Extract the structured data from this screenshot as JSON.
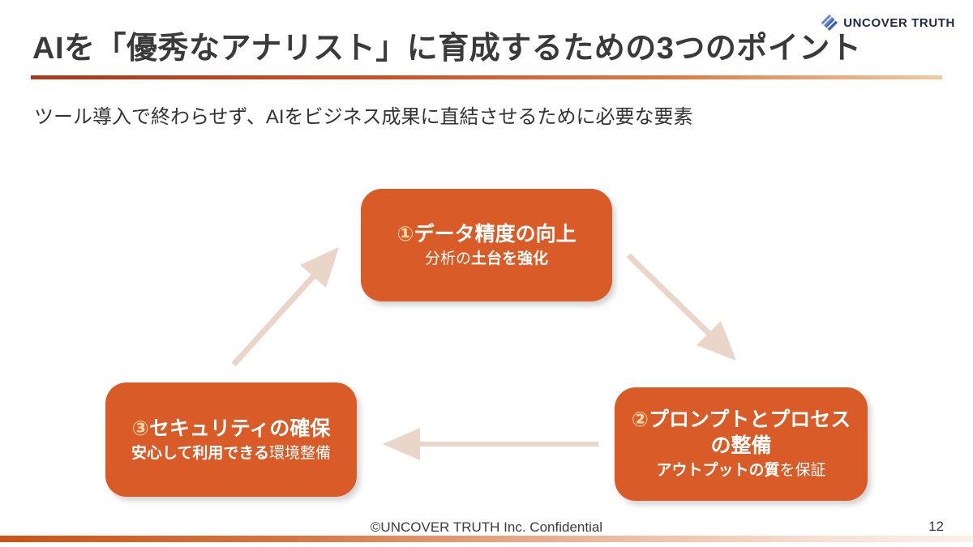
{
  "slide": {
    "title": "AIを「優秀なアナリスト」に育成するための3つのポイント",
    "subtitle": "ツール導入で終わらせず、AIをビジネス成果に直結させるために必要な要素",
    "footer": "©UNCOVER TRUTH Inc. Confidential",
    "page_number": "12"
  },
  "logo": {
    "text": "UNCOVER TRUTH",
    "icon": "uncover-truth-diamond-icon",
    "text_color": "#20294d",
    "icon_color": "#3a5fb0"
  },
  "colors": {
    "box_orange": "#d95b27",
    "box_number_peach": "#f6d8a8",
    "arrow_beige": "#ead5c9",
    "title_text": "#3a3a3a",
    "top_bar_gradient_left": "#a93a1e",
    "top_bar_gradient_right": "#f0c9a4",
    "bottom_bar_gradient_left": "#cd5315",
    "bottom_bar_gradient_right": "#fbf0ea"
  },
  "diagram": {
    "boxes": [
      {
        "number": "①",
        "title": "データ精度の向上",
        "sub1": "分析の",
        "sub2": "土台を強化"
      },
      {
        "number": "②",
        "title_line1": "プロンプトとプロセス",
        "title_line2": "の整備",
        "sub1": "アウトプットの質",
        "sub2": "を保証"
      },
      {
        "number": "③",
        "title": "セキュリティの確保",
        "sub1": "安心して利用できる",
        "sub2": "環境整備"
      }
    ]
  }
}
